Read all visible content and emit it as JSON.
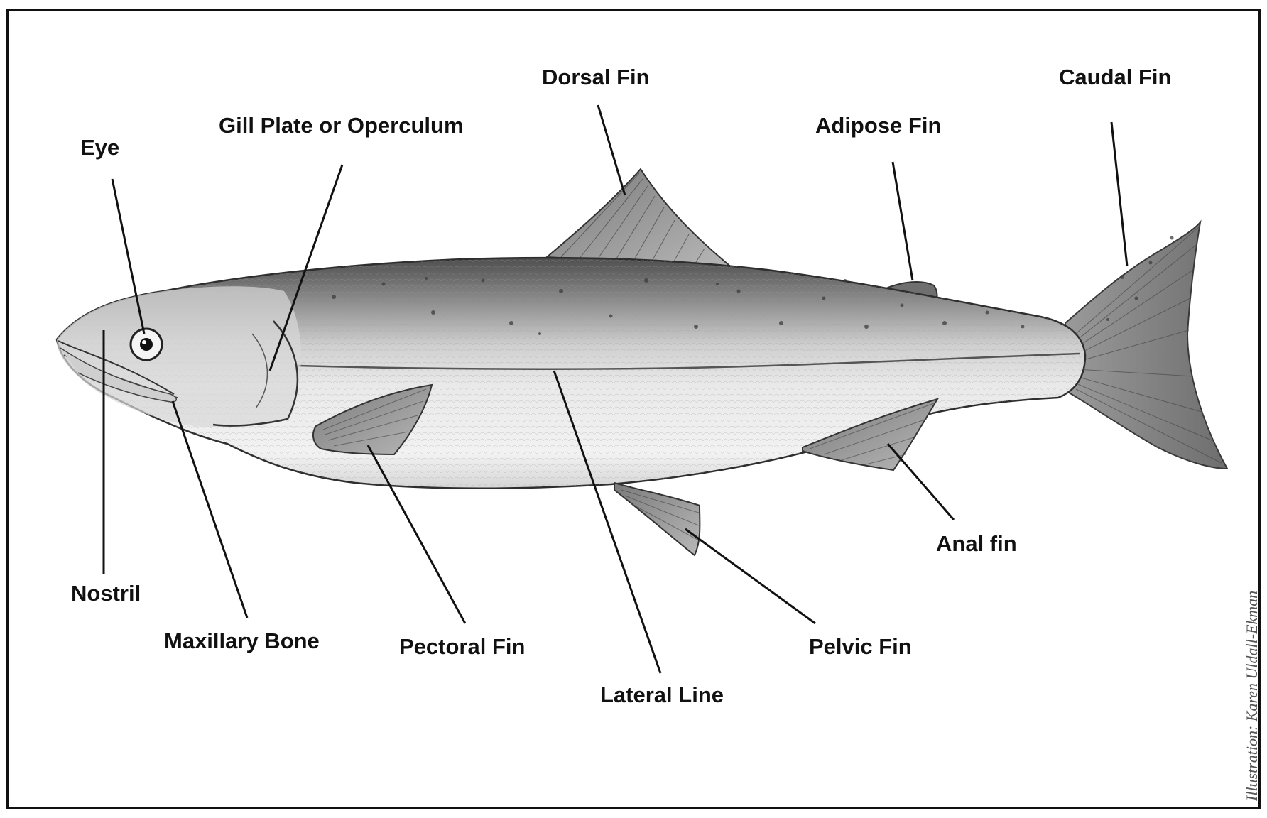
{
  "labels": {
    "dorsal_fin": "Dorsal Fin",
    "caudal_fin": "Caudal Fin",
    "gill_plate": "Gill Plate or Operculum",
    "adipose_fin": "Adipose Fin",
    "eye": "Eye",
    "anal_fin": "Anal fin",
    "nostril": "Nostril",
    "maxillary_bone": "Maxillary Bone",
    "pectoral_fin": "Pectoral Fin",
    "pelvic_fin": "Pelvic Fin",
    "lateral_line": "Lateral Line"
  },
  "credit": "Illustration: Karen Uldall-Ekman",
  "colors": {
    "ink": "#111111",
    "body_light": "#e6e6e6",
    "back_dark": "#6a6a6a",
    "fin": "#9a9a9a"
  }
}
